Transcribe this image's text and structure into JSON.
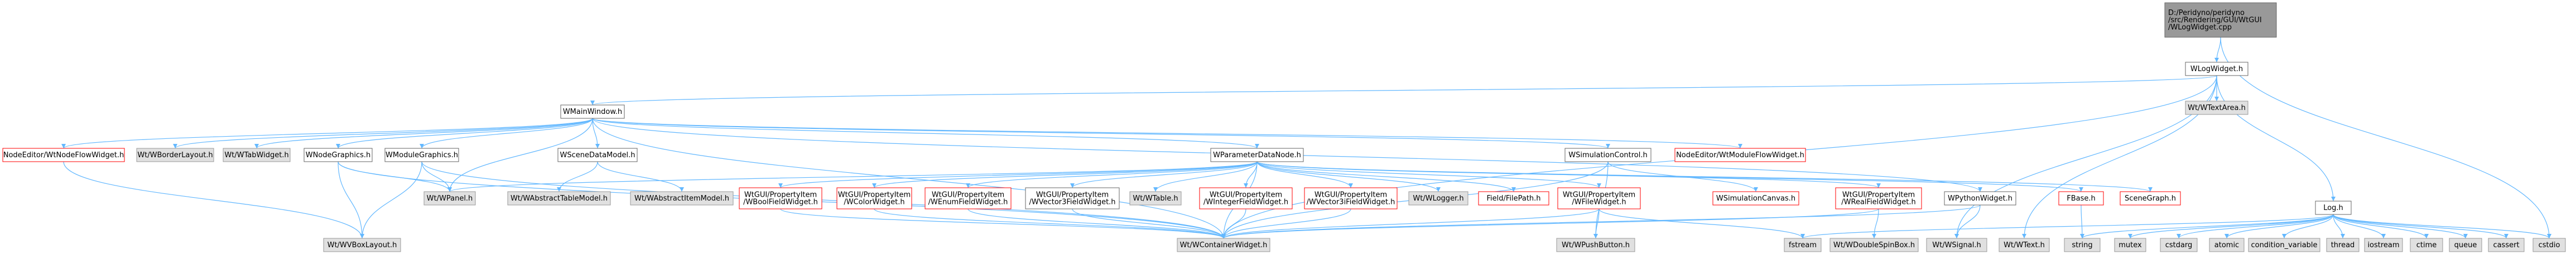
{
  "colors": {
    "root_fill": "#999999",
    "root_border": "#666666",
    "normal_fill": "#ffffff",
    "normal_border": "#666666",
    "external_fill": "#e0e0e0",
    "external_border": "#999999",
    "missing_border": "#ff0000",
    "edge": "#63b8ff"
  },
  "nodes": [
    {
      "id": "root",
      "lines": [
        "D:/Peridyno/peridyno",
        "/src/Rendering/GUI/WtGUI",
        "/WLogWidget.cpp"
      ],
      "kind": "root"
    },
    {
      "id": "wlogwidget",
      "lines": [
        "WLogWidget.h"
      ],
      "kind": "normal"
    },
    {
      "id": "wtextarea",
      "lines": [
        "Wt/WTextArea.h"
      ],
      "kind": "external"
    },
    {
      "id": "wmainwindow",
      "lines": [
        "WMainWindow.h"
      ],
      "kind": "normal"
    },
    {
      "id": "logh",
      "lines": [
        "Log.h"
      ],
      "kind": "normal"
    },
    {
      "id": "nodeeditor_flow",
      "lines": [
        "NodeEditor/WtNodeFlowWidget.h"
      ],
      "kind": "missing"
    },
    {
      "id": "wborderlayout",
      "lines": [
        "Wt/WBorderLayout.h"
      ],
      "kind": "external"
    },
    {
      "id": "wtabwidget",
      "lines": [
        "Wt/WTabWidget.h"
      ],
      "kind": "external"
    },
    {
      "id": "wnodegraphics",
      "lines": [
        "WNodeGraphics.h"
      ],
      "kind": "normal"
    },
    {
      "id": "wmodulegraphics",
      "lines": [
        "WModuleGraphics.h"
      ],
      "kind": "normal"
    },
    {
      "id": "wscenedatamodel",
      "lines": [
        "WSceneDataModel.h"
      ],
      "kind": "normal"
    },
    {
      "id": "wparameterdatanode",
      "lines": [
        "WParameterDataNode.h"
      ],
      "kind": "normal"
    },
    {
      "id": "wsimulationcontrol",
      "lines": [
        "WSimulationControl.h"
      ],
      "kind": "normal"
    },
    {
      "id": "nodeeditor_module",
      "lines": [
        "NodeEditor/WtModuleFlowWidget.h"
      ],
      "kind": "missing"
    },
    {
      "id": "wpanel",
      "lines": [
        "Wt/WPanel.h"
      ],
      "kind": "external"
    },
    {
      "id": "wabstracttablemodel",
      "lines": [
        "Wt/WAbstractTableModel.h"
      ],
      "kind": "external"
    },
    {
      "id": "wabstractitemmodel",
      "lines": [
        "Wt/WAbstractItemModel.h"
      ],
      "kind": "external"
    },
    {
      "id": "wbool",
      "lines": [
        "WtGUI/PropertyItem",
        "/WBoolFieldWidget.h"
      ],
      "kind": "missing"
    },
    {
      "id": "wcolor",
      "lines": [
        "WtGUI/PropertyItem",
        "/WColorWidget.h"
      ],
      "kind": "missing"
    },
    {
      "id": "wenum",
      "lines": [
        "WtGUI/PropertyItem",
        "/WEnumFieldWidget.h"
      ],
      "kind": "missing"
    },
    {
      "id": "wvector3",
      "lines": [
        "WtGUI/PropertyItem",
        "/WVector3FieldWidget.h"
      ],
      "kind": "normal"
    },
    {
      "id": "wtable",
      "lines": [
        "Wt/WTable.h"
      ],
      "kind": "external"
    },
    {
      "id": "winteger",
      "lines": [
        "WtGUI/PropertyItem",
        "/WIntegerFieldWidget.h"
      ],
      "kind": "missing"
    },
    {
      "id": "wvector3i",
      "lines": [
        "WtGUI/PropertyItem",
        "/WVector3iFieldWidget.h"
      ],
      "kind": "missing"
    },
    {
      "id": "wlogger",
      "lines": [
        "Wt/WLogger.h"
      ],
      "kind": "external"
    },
    {
      "id": "fieldfilepath",
      "lines": [
        "Field/FilePath.h"
      ],
      "kind": "missing"
    },
    {
      "id": "wfile",
      "lines": [
        "WtGUI/PropertyItem",
        "/WFileWidget.h"
      ],
      "kind": "missing"
    },
    {
      "id": "wsimulationcanvas",
      "lines": [
        "WSimulationCanvas.h"
      ],
      "kind": "missing"
    },
    {
      "id": "wreal",
      "lines": [
        "WtGUI/PropertyItem",
        "/WRealFieldWidget.h"
      ],
      "kind": "missing"
    },
    {
      "id": "wpython",
      "lines": [
        "WPythonWidget.h"
      ],
      "kind": "normal"
    },
    {
      "id": "fbase",
      "lines": [
        "FBase.h"
      ],
      "kind": "missing"
    },
    {
      "id": "scenegraph",
      "lines": [
        "SceneGraph.h"
      ],
      "kind": "missing"
    },
    {
      "id": "wvboxlayout",
      "lines": [
        "Wt/WVBoxLayout.h"
      ],
      "kind": "external"
    },
    {
      "id": "wcontainerwidget",
      "lines": [
        "Wt/WContainerWidget.h"
      ],
      "kind": "external"
    },
    {
      "id": "wpushbutton",
      "lines": [
        "Wt/WPushButton.h"
      ],
      "kind": "external"
    },
    {
      "id": "fstream",
      "lines": [
        "fstream"
      ],
      "kind": "external"
    },
    {
      "id": "wdoublespinbox",
      "lines": [
        "Wt/WDoubleSpinBox.h"
      ],
      "kind": "external"
    },
    {
      "id": "wsignal",
      "lines": [
        "Wt/WSignal.h"
      ],
      "kind": "external"
    },
    {
      "id": "wtext",
      "lines": [
        "Wt/WText.h"
      ],
      "kind": "external"
    },
    {
      "id": "string",
      "lines": [
        "string"
      ],
      "kind": "external"
    },
    {
      "id": "mutex",
      "lines": [
        "mutex"
      ],
      "kind": "external"
    },
    {
      "id": "cstdarg",
      "lines": [
        "cstdarg"
      ],
      "kind": "external"
    },
    {
      "id": "atomic",
      "lines": [
        "atomic"
      ],
      "kind": "external"
    },
    {
      "id": "condition_variable",
      "lines": [
        "condition_variable"
      ],
      "kind": "external"
    },
    {
      "id": "thread",
      "lines": [
        "thread"
      ],
      "kind": "external"
    },
    {
      "id": "iostream",
      "lines": [
        "iostream"
      ],
      "kind": "external"
    },
    {
      "id": "ctime",
      "lines": [
        "ctime"
      ],
      "kind": "external"
    },
    {
      "id": "queue",
      "lines": [
        "queue"
      ],
      "kind": "external"
    },
    {
      "id": "cassert",
      "lines": [
        "cassert"
      ],
      "kind": "external"
    },
    {
      "id": "cstdio",
      "lines": [
        "cstdio"
      ],
      "kind": "external"
    }
  ],
  "edges": [
    [
      "root",
      "wlogwidget"
    ],
    [
      "root",
      "cstdio"
    ],
    [
      "wlogwidget",
      "wtextarea"
    ],
    [
      "wlogwidget",
      "wmainwindow"
    ],
    [
      "wlogwidget",
      "logh"
    ],
    [
      "wlogwidget",
      "wcontainerwidget"
    ],
    [
      "wlogwidget",
      "wsignal"
    ],
    [
      "wlogwidget",
      "wtext"
    ],
    [
      "wmainwindow",
      "nodeeditor_flow"
    ],
    [
      "wmainwindow",
      "wborderlayout"
    ],
    [
      "wmainwindow",
      "wtabwidget"
    ],
    [
      "wmainwindow",
      "wnodegraphics"
    ],
    [
      "wmainwindow",
      "wmodulegraphics"
    ],
    [
      "wmainwindow",
      "wscenedatamodel"
    ],
    [
      "wmainwindow",
      "wparameterdatanode"
    ],
    [
      "wmainwindow",
      "wsimulationcontrol"
    ],
    [
      "wmainwindow",
      "nodeeditor_module"
    ],
    [
      "wmainwindow",
      "wpython"
    ],
    [
      "wmainwindow",
      "wpanel"
    ],
    [
      "wmainwindow",
      "wcontainerwidget"
    ],
    [
      "nodeeditor_flow",
      "wvboxlayout"
    ],
    [
      "wnodegraphics",
      "wpanel"
    ],
    [
      "wnodegraphics",
      "wvboxlayout"
    ],
    [
      "wnodegraphics",
      "wcontainerwidget"
    ],
    [
      "wmodulegraphics",
      "wpanel"
    ],
    [
      "wmodulegraphics",
      "wvboxlayout"
    ],
    [
      "wmodulegraphics",
      "wcontainerwidget"
    ],
    [
      "wscenedatamodel",
      "wabstracttablemodel"
    ],
    [
      "wscenedatamodel",
      "wabstractitemmodel"
    ],
    [
      "wparameterdatanode",
      "wpanel"
    ],
    [
      "wparameterdatanode",
      "wbool"
    ],
    [
      "wparameterdatanode",
      "wcolor"
    ],
    [
      "wparameterdatanode",
      "wenum"
    ],
    [
      "wparameterdatanode",
      "wvector3"
    ],
    [
      "wparameterdatanode",
      "wtable"
    ],
    [
      "wparameterdatanode",
      "winteger"
    ],
    [
      "wparameterdatanode",
      "wvector3i"
    ],
    [
      "wparameterdatanode",
      "wlogger"
    ],
    [
      "wparameterdatanode",
      "fieldfilepath"
    ],
    [
      "wparameterdatanode",
      "wfile"
    ],
    [
      "wparameterdatanode",
      "wreal"
    ],
    [
      "wparameterdatanode",
      "fbase"
    ],
    [
      "wparameterdatanode",
      "scenegraph"
    ],
    [
      "wparameterdatanode",
      "wcontainerwidget"
    ],
    [
      "wbool",
      "wcontainerwidget"
    ],
    [
      "wcolor",
      "wcontainerwidget"
    ],
    [
      "wenum",
      "wcontainerwidget"
    ],
    [
      "wvector3",
      "wcontainerwidget"
    ],
    [
      "winteger",
      "wcontainerwidget"
    ],
    [
      "wvector3i",
      "wcontainerwidget"
    ],
    [
      "wfile",
      "wpushbutton"
    ],
    [
      "wfile",
      "fstream"
    ],
    [
      "wfile",
      "wcontainerwidget"
    ],
    [
      "wreal",
      "wdoublespinbox"
    ],
    [
      "wreal",
      "wcontainerwidget"
    ],
    [
      "wsimulationcontrol",
      "wsimulationcanvas"
    ],
    [
      "wsimulationcontrol",
      "wpushbutton"
    ],
    [
      "wsimulationcontrol",
      "wcontainerwidget"
    ],
    [
      "wpython",
      "wsignal"
    ],
    [
      "wpython",
      "wcontainerwidget"
    ],
    [
      "fbase",
      "string"
    ],
    [
      "logh",
      "string"
    ],
    [
      "logh",
      "mutex"
    ],
    [
      "logh",
      "cstdarg"
    ],
    [
      "logh",
      "atomic"
    ],
    [
      "logh",
      "condition_variable"
    ],
    [
      "logh",
      "thread"
    ],
    [
      "logh",
      "iostream"
    ],
    [
      "logh",
      "ctime"
    ],
    [
      "logh",
      "queue"
    ],
    [
      "logh",
      "cassert"
    ],
    [
      "logh",
      "fstream"
    ],
    [
      "logh",
      "cstdio"
    ]
  ]
}
